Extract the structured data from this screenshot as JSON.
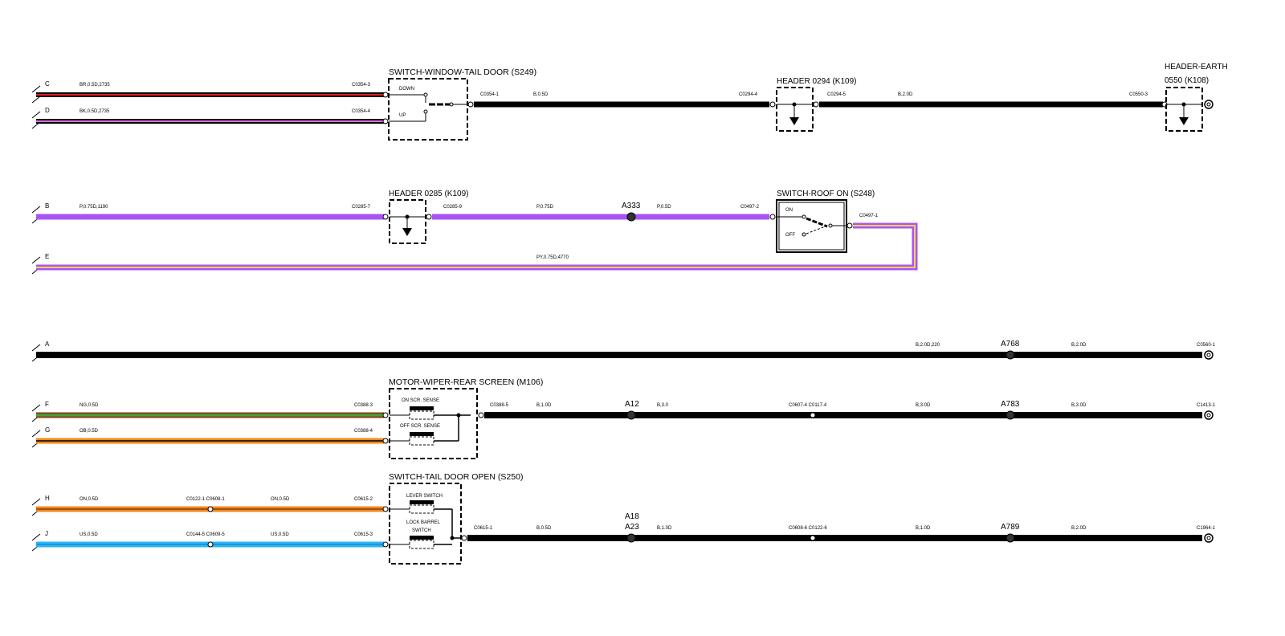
{
  "wires": [
    {
      "id": "C",
      "letter": "C",
      "spec": "BR,0.5D,2735",
      "connector": "C0354-3",
      "color_outer": "#000000",
      "color_inner": "#e02020"
    },
    {
      "id": "D",
      "letter": "D",
      "spec": "BK,0.5D,2735",
      "connector": "C0354-4",
      "color_outer": "#000000",
      "color_inner": "#e070e0"
    },
    {
      "id": "B",
      "letter": "B",
      "spec": "P,0.75D,1190",
      "connector": "C0285-7",
      "color_outer": "#a855f7",
      "color_inner": "#a855f7"
    },
    {
      "id": "E",
      "letter": "E",
      "spec": "PY,0.75D,4770",
      "color_outer": "#a855f7",
      "color_inner": "#f5d24a"
    },
    {
      "id": "A",
      "letter": "A",
      "spec": "B,2.0D,220",
      "color_outer": "#000000",
      "color_inner": "#000000"
    },
    {
      "id": "F",
      "letter": "F",
      "spec": "NG,0.5D",
      "connector": "C0388-3",
      "color_outer": "#8b3a1a",
      "color_inner": "#3fa535"
    },
    {
      "id": "G",
      "letter": "G",
      "spec": "OB,0.5D",
      "connector": "C0388-4",
      "color_outer": "#f08a1c",
      "color_inner": "#000000"
    },
    {
      "id": "H",
      "letter": "H",
      "spec": "ON,0.5D",
      "spec2": "ON,0.5D",
      "connector": "C0615-2",
      "inline": "C0122-1 C0608-1",
      "color_outer": "#f08a1c",
      "color_inner": "#8b3a1a"
    },
    {
      "id": "J",
      "letter": "J",
      "spec": "US,0.5D",
      "spec2": "US,0.5D",
      "connector": "C0615-3",
      "inline": "C0144-5 C0609-5",
      "color_outer": "#29b6f6",
      "color_inner": "#1e88c8"
    }
  ],
  "components": {
    "s249": {
      "title": "SWITCH-WINDOW-TAIL DOOR (S249)",
      "down": "DOWN",
      "up": "UP",
      "out_connector": "C0354-1",
      "out_spec": "B,0.5D"
    },
    "k109_0294": {
      "title": "HEADER 0294 (K109)",
      "in_connector": "C0294-4",
      "out_connector": "C0294-5",
      "out_spec": "B,2.0D"
    },
    "k108": {
      "title_line1": "HEADER-EARTH",
      "title_line2": "0550 (K108)",
      "in_connector": "C0550-3"
    },
    "k109_0285": {
      "title": "HEADER 0285 (K109)",
      "out_connector": "C0285-9",
      "out_spec": "P,0.75D",
      "splice": "A333",
      "splice_spec": "P,0.5D"
    },
    "s248": {
      "title": "SWITCH-ROOF ON (S248)",
      "in_connector": "C0497-2",
      "out_connector": "C0497-1",
      "on": "ON",
      "off": "OFF"
    },
    "m106": {
      "title": "MOTOR-WIPER-REAR SCREEN (M106)",
      "on_sense": "ON SCR. SENSE",
      "off_sense": "OFF SCR. SENSE"
    },
    "s250": {
      "title": "SWITCH-TAIL DOOR OPEN (S250)",
      "lever": "LEVER SWITCH",
      "barrel1": "LOCK BARREL",
      "barrel2": "SWITCH"
    }
  },
  "row_a": {
    "splice": "A768",
    "spec_after": "B,2.0D",
    "end": "C0560-1"
  },
  "row_f": {
    "out_connector": "C0388-5",
    "spec1": "B,1.0D",
    "splice1": "A12",
    "spec2": "B,3.0",
    "inline": "C0607-4 C0117-4",
    "spec3": "B,3.0D",
    "splice2": "A783",
    "spec4": "B,3.0D",
    "end": "C1413-1"
  },
  "row_j": {
    "out_connector": "C0615-1",
    "spec1": "B,0.5D",
    "splice1_top": "A18",
    "splice1": "A23",
    "spec2": "B,1.0D",
    "inline": "C0608-6 C0122-6",
    "spec3": "B,1.0D",
    "splice2": "A789",
    "spec4": "B,2.0D",
    "end": "C1964-1"
  }
}
